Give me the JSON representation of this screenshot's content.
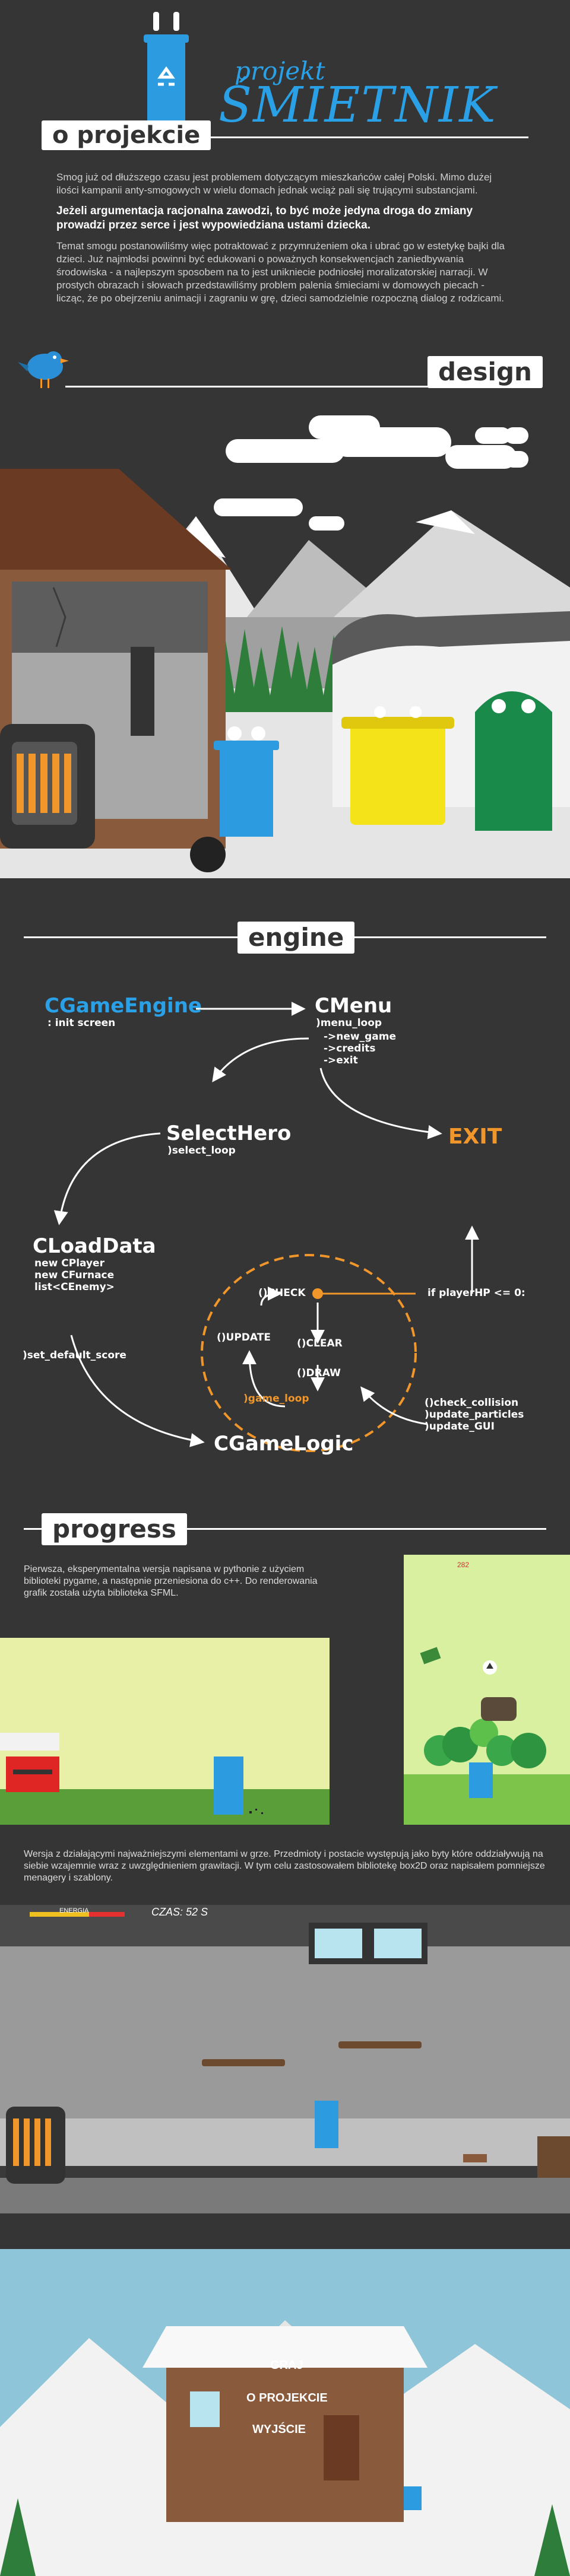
{
  "header": {
    "title_small": "projekt",
    "title_big": "ŚMIETNIK",
    "section_label": "o projekcie"
  },
  "intro": {
    "p1": "Smog już od dłuższego czasu jest problemem dotyczącym mieszkańców całej Polski. Mimo dużej ilości kampanii anty-smogowych w wielu domach jednak wciąż pali się trującymi substancjami.",
    "p2": "Jeżeli argumentacja racjonalna zawodzi, to być może jedyna droga do zmiany prowadzi przez serce i jest wypowiedziana ustami dziecka.",
    "p3": "Temat smogu postanowiliśmy więc potraktować z przymrużeniem oka i ubrać go w estetykę bajki dla dzieci. Już najmłodsi powinni być edukowani o poważnych konsekwencjach zaniedbywania środowiska - a najlepszym sposobem na to jest unikniecie podniosłej moralizatorskiej narracji. W prostych obrazach i słowach przedstawiliśmy problem palenia śmieciami w domowych piecach - licząc, że po obejrzeniu animacji i zagraniu w grę, dzieci samodzielnie rozpoczną dialog z rodzicami."
  },
  "sections": {
    "design": "design",
    "engine": "engine",
    "progress": "progress"
  },
  "engine": {
    "cgameengine": "CGameEngine",
    "init_screen": ": init screen",
    "cmenu": "CMenu",
    "menu_loop": ")menu_loop",
    "new_game": "->new_game",
    "credits": "->credits",
    "exit_opt": "->exit",
    "selecthero": "SelectHero",
    "select_loop": ")select_loop",
    "exit": "EXIT",
    "cloaddata": "CLoadData",
    "new_cplayer": "new CPlayer",
    "new_cfurnace": "new CFurnace",
    "list_cenemy": "list<CEnemy>",
    "check": "()CHECK",
    "update": "()UPDATE",
    "clear": "()CLEAR",
    "draw": "()DRAW",
    "game_loop": ")game_loop",
    "if_playerhp": "if playerHP <= 0:",
    "set_default_score": ")set_default_score",
    "check_collision": "()check_collision",
    "update_particles": ")update_particles",
    "update_gui": ")update_GUI",
    "cgamelogic": "CGameLogic"
  },
  "progress": {
    "text1": "Pierwsza, eksperymentalna wersja napisana w pythonie z użyciem biblioteki pygame, a następnie przeniesiona do c++. Do renderowania grafik została użyta biblioteka SFML.",
    "text2": "Wersja z działającymi najważniejszymi elementami w grze. Przedmioty i postacie występują jako byty które oddziaływują na siebie wzajemnie wraz z uwzględnieniem grawitacji. W tym celu zastosowałem bibliotekę box2D oraz napisałem pomniejsze menagery i szablony.",
    "score_small": "282",
    "energia": "ENERGIA",
    "czas": "CZAS: 52 S",
    "menu_graj": "GRAJ",
    "menu_oprojekcie": "O PROJEKCIE",
    "menu_wyjscie": "WYJŚCIE"
  },
  "colors": {
    "accent_blue": "#2aa0e6",
    "accent_orange": "#f0962a",
    "background": "#353535"
  }
}
